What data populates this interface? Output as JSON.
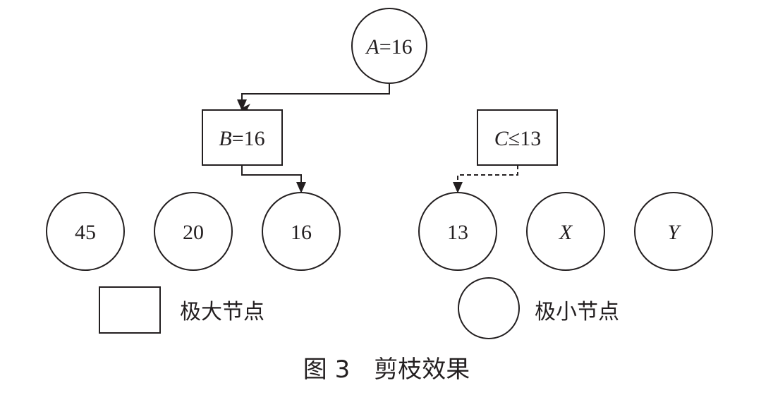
{
  "diagram": {
    "root": {
      "var": "A",
      "value": "=16"
    },
    "max_node_b": {
      "var": "B",
      "value": "=16"
    },
    "max_node_c": {
      "var": "C",
      "value": "≤13"
    },
    "leaves": [
      {
        "label": "45",
        "italic": false
      },
      {
        "label": "20",
        "italic": false
      },
      {
        "label": "16",
        "italic": false
      },
      {
        "label": "13",
        "italic": false
      },
      {
        "label": "X",
        "italic": true
      },
      {
        "label": "Y",
        "italic": true
      }
    ]
  },
  "legend": {
    "max_label": "极大节点",
    "min_label": "极小节点"
  },
  "caption": {
    "text": "图 3　剪枝效果"
  }
}
